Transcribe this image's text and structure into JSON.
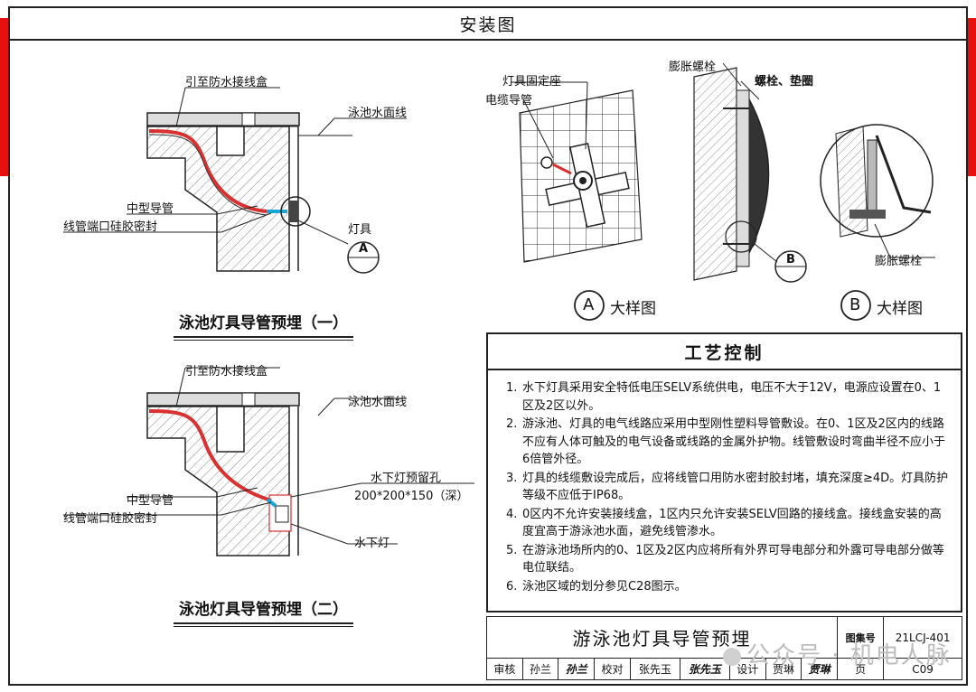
{
  "header": {
    "title": "安装图"
  },
  "figure1": {
    "caption": "泳池灯具导管预埋（一）",
    "labels": {
      "to_box": "引至防水接线盒",
      "water_line": "泳池水面线",
      "conduit": "中型导管",
      "seal": "线管端口硅胶密封",
      "lamp": "灯具",
      "detail_mark": "A"
    }
  },
  "figure2": {
    "caption": "泳池灯具导管预埋（二）",
    "labels": {
      "to_box": "引至防水接线盒",
      "water_line": "泳池水面线",
      "conduit": "中型导管",
      "seal": "线管端口硅胶密封",
      "hole": "水下灯预留孔",
      "hole_size": "200*200*150（深）",
      "lamp": "水下灯"
    }
  },
  "detail_a": {
    "label": "大样图",
    "mark": "A",
    "fixing_seat": "灯具固定座",
    "cable_conduit": "电缆导管",
    "expansion_bolt": "膨胀螺栓",
    "bolt_washer": "螺栓、垫圈"
  },
  "detail_b": {
    "label": "大样图",
    "mark": "B",
    "expansion_bolt": "膨胀螺栓"
  },
  "process": {
    "title": "工艺控制",
    "items": [
      {
        "num": "1.",
        "text": "水下灯具采用安全特低电压SELV系统供电，电压不大于12V，电源应设置在0、1区及2区以外。"
      },
      {
        "num": "2.",
        "text": "游泳池、灯具的电气线路应采用中型刚性塑料导管敷设。在0、1区及2区内的线路不应有人体可触及的电气设备或线路的金属外护物。线管敷设时弯曲半径不应小于6倍管外径。"
      },
      {
        "num": "3.",
        "text": "灯具的线缆敷设完成后，应将线管口用防水密封胶封堵，填充深度≥4D。灯具防护等级不应低于IP68。"
      },
      {
        "num": "4.",
        "text": "0区内不允许安装接线盒，1区内只允许安装SELV回路的接线盒。接线盒安装的高度宜高于游泳池水面，避免线管渗水。"
      },
      {
        "num": "5.",
        "text": "在游泳池场所内的0、1区及2区内应将所有外界可导电部分和外露可导电部分做等电位联结。"
      },
      {
        "num": "6.",
        "text": "泳池区域的划分参见C28图示。"
      }
    ]
  },
  "titleblock": {
    "title": "游泳池灯具导管预埋",
    "atlas_label": "图集号",
    "atlas_no": "21LCJ-401",
    "review_label": "审核",
    "review_name": "孙兰",
    "review_sig": "孙兰",
    "check_label": "校对",
    "check_name": "张先玉",
    "check_sig": "张先玉",
    "design_label": "设计",
    "design_name": "贾琳",
    "design_sig": "贾琳",
    "page_label": "页",
    "page_no": "C09"
  },
  "watermark": {
    "text": "公众号 · 机电人脉"
  },
  "colors": {
    "accent_red": "#e8100f",
    "conduit_red": "#d93030",
    "line": "#222222",
    "cyan_seal": "#19a7d6"
  }
}
